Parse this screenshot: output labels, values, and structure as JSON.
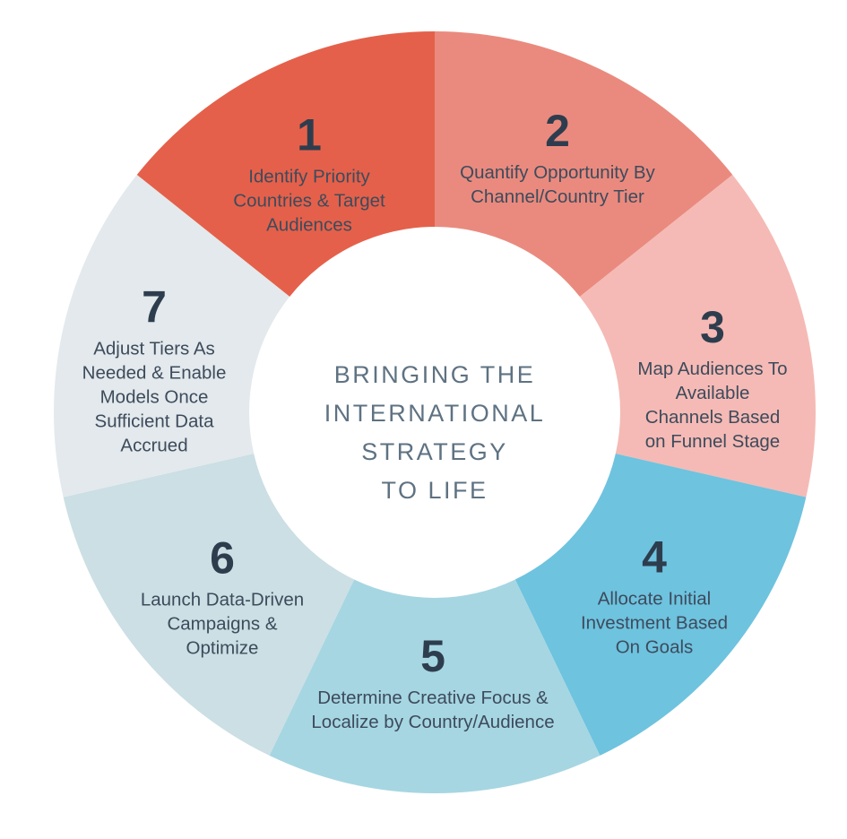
{
  "title": {
    "lines": [
      "BRINGING THE",
      "INTERNATIONAL",
      "STRATEGY",
      "TO LIFE"
    ],
    "color": "#5e7282"
  },
  "wheel": {
    "background_color": "#ffffff",
    "number_color": "#2e3d4e",
    "label_color": "#3d4b5c",
    "segment_sweep_deg": 51.4286,
    "segments": [
      {
        "number": "1",
        "label_lines": [
          "Identify Priority",
          "Countries & Target",
          "Audiences"
        ],
        "color": "#e5604a",
        "start_deg": -51.4286
      },
      {
        "number": "2",
        "label_lines": [
          "Quantify Opportunity By",
          "Channel/Country Tier"
        ],
        "color": "#ea8a7e",
        "start_deg": 0
      },
      {
        "number": "3",
        "label_lines": [
          "Map Audiences To",
          "Available",
          "Channels Based",
          "on Funnel Stage"
        ],
        "color": "#f5bab5",
        "start_deg": 51.4286
      },
      {
        "number": "4",
        "label_lines": [
          "Allocate Initial",
          "Investment Based",
          "On Goals"
        ],
        "color": "#6ec3df",
        "start_deg": 102.8571
      },
      {
        "number": "5",
        "label_lines": [
          "Determine Creative Focus &",
          "Localize by Country/Audience"
        ],
        "color": "#a6d6e2",
        "start_deg": 154.2857
      },
      {
        "number": "6",
        "label_lines": [
          "Launch Data-Driven",
          "Campaigns &",
          "Optimize"
        ],
        "color": "#cbdfe4",
        "start_deg": 205.7143
      },
      {
        "number": "7",
        "label_lines": [
          "Adjust Tiers As",
          "Needed & Enable",
          "Models Once",
          "Sufficient Data",
          "Accrued"
        ],
        "color": "#e3e9ec",
        "start_deg": 257.1429
      }
    ]
  }
}
